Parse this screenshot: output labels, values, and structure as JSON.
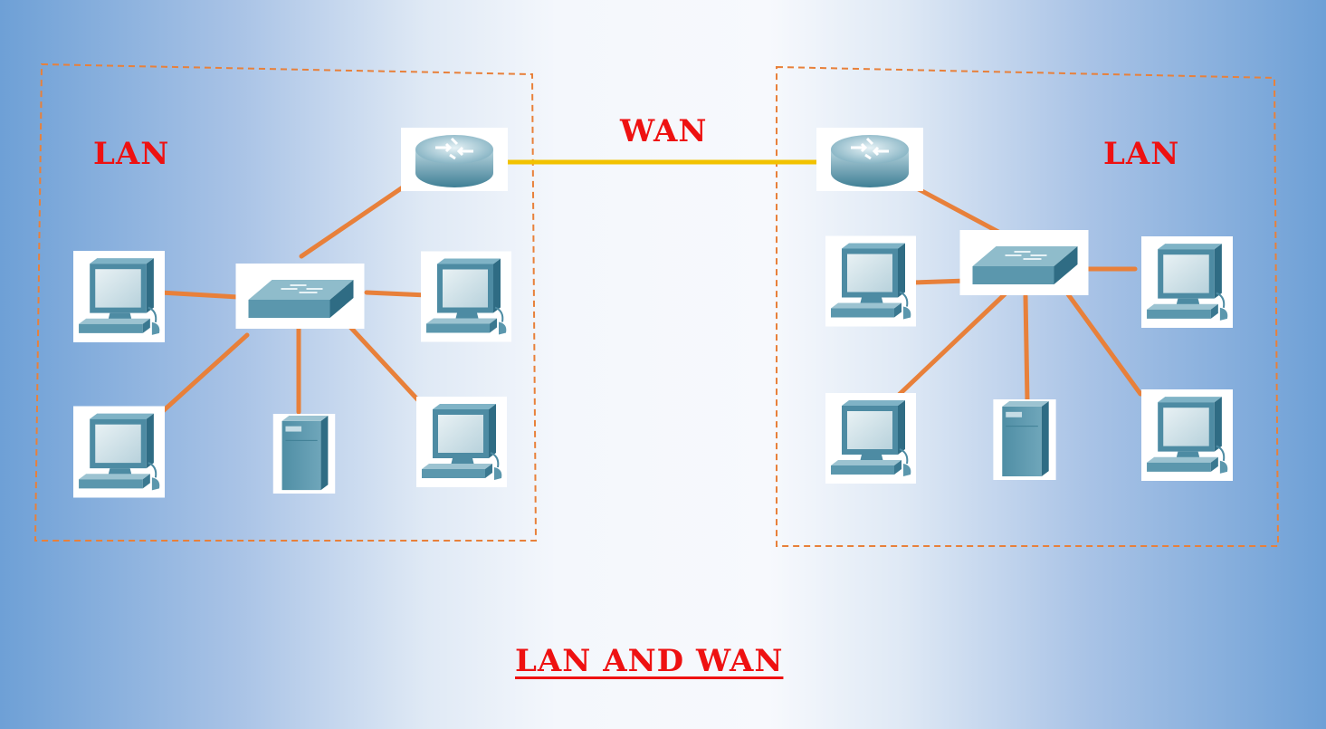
{
  "diagram": {
    "left_network_label": "LAN",
    "right_network_label": "LAN",
    "wan_link_label": "WAN",
    "caption": "LAN AND WAN"
  },
  "colors": {
    "label_red": "#ee1111",
    "lan_cable": "#e8803a",
    "wan_cable": "#f2c200",
    "boundary": "#e8803a",
    "device_teal": "#5f97ad"
  },
  "networks": [
    {
      "side": "left",
      "router": 1,
      "switch": 1,
      "pcs": 4,
      "servers": 1
    },
    {
      "side": "right",
      "router": 1,
      "switch": 1,
      "pcs": 4,
      "servers": 1
    }
  ]
}
